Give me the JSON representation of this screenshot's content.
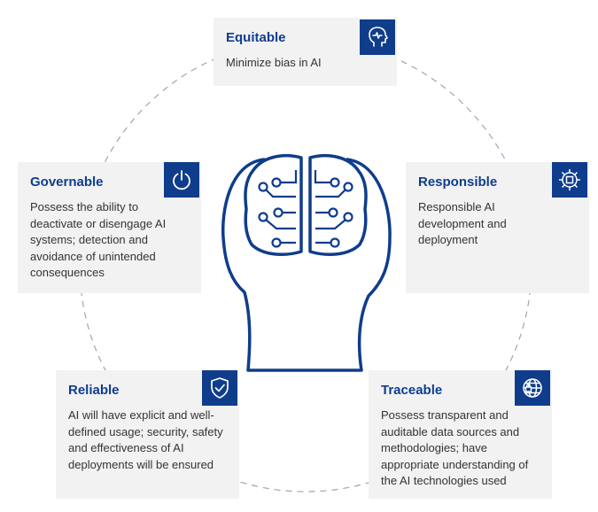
{
  "colors": {
    "accent": "#0f3d8c",
    "card_bg": "#f2f2f3",
    "text": "#333333",
    "ring": "#9aa5b8"
  },
  "cards": [
    {
      "id": "equitable",
      "title": "Equitable",
      "desc": "Minimize bias in AI",
      "icon": "head-icon"
    },
    {
      "id": "responsible",
      "title": "Responsible",
      "desc": "Responsible AI development and deployment",
      "icon": "gear-chip-icon"
    },
    {
      "id": "traceable",
      "title": "Traceable",
      "desc": "Possess transparent and auditable data sources and methodologies; have appropriate understanding of the AI technologies used",
      "icon": "globe-lock-icon"
    },
    {
      "id": "reliable",
      "title": "Reliable",
      "desc": "AI will have explicit and well-defined usage; security, safety and effectiveness of AI deployments will be ensured",
      "icon": "shield-check-icon"
    },
    {
      "id": "governable",
      "title": "Governable",
      "desc": "Possess the ability to deactivate or disengage AI systems; detection and avoidance of unintended consequences",
      "icon": "power-icon"
    }
  ]
}
